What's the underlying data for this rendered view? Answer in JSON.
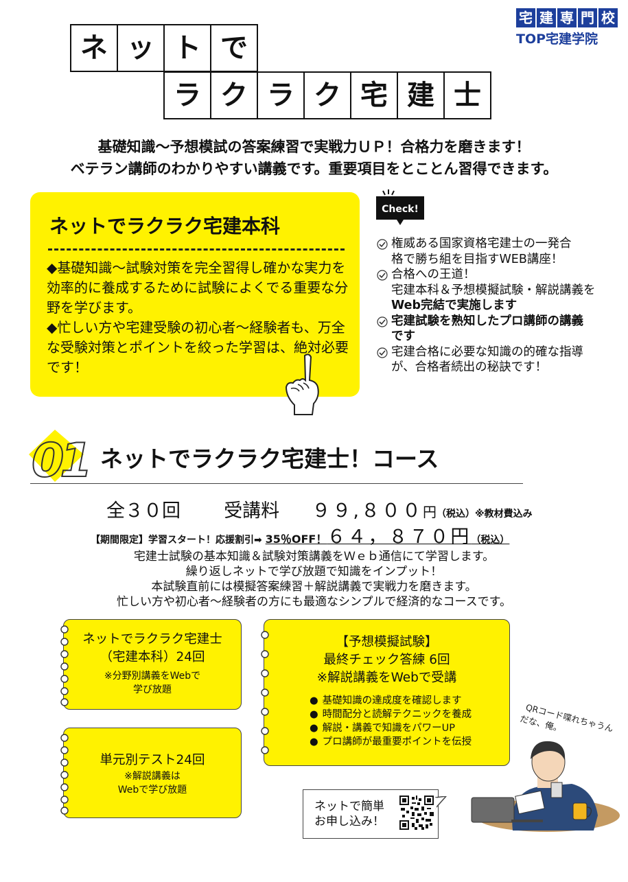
{
  "logo": {
    "chars": [
      "宅",
      "建",
      "専",
      "門",
      "校"
    ],
    "name": "TOP宅建学院"
  },
  "title": {
    "row1": [
      "ネ",
      "ッ",
      "ト",
      "で"
    ],
    "row2": [
      "ラ",
      "ク",
      "ラ",
      "ク",
      "宅",
      "建",
      "士"
    ]
  },
  "intro": {
    "line1": "基礎知識〜予想模試の答案練習で実戦力ＵＰ！合格力を磨きます！",
    "line2": "ベテラン講師のわかりやすい講義です。重要項目をとことん習得できます。"
  },
  "main_panel": {
    "title": "ネットでラクラク宅建本科",
    "body1": "◆基礎知識〜試験対策を完全習得し確かな実力を効率的に養成するために試験によくでる重要な分野を学びます。",
    "body2": "◆忙しい方や宅建受験の初心者〜経験者も、万全な受験対策とポイントを絞った学習は、絶対必要です！"
  },
  "check": {
    "badge": "Check!",
    "items": [
      {
        "l1": "権威ある国家資格宅建士の一発合",
        "l2": "格で勝ち組を目指すWEB講座！"
      },
      {
        "l1": "合格への王道！",
        "l2": "宅建本科＆予想模擬試験・解説講義を",
        "l3": "Web完結で実施します"
      },
      {
        "l1": "宅建試験を熟知したプロ講師の講義",
        "l2": "です"
      },
      {
        "l1": "宅建合格に必要な知識の的確な指導",
        "l2": "が、合格者続出の秘訣です！"
      }
    ]
  },
  "section": {
    "number": "01",
    "title": "ネットでラクラク宅建士！コース",
    "sessions": "全３０回",
    "fee_label": "受講料",
    "price": "９９,８００",
    "yen": "円",
    "tax": "（税込）",
    "note": "※教材費込み",
    "promo_label": "【期間限定】学習スタート！応援割引",
    "arrow": "➡",
    "off": "35％OFF！",
    "promo_price": "６４，８７０円",
    "promo_tax": "（税込）",
    "desc": [
      "宅建士試験の基本知識＆試験対策講義をＷｅｂ通信にて学習します。",
      "繰り返しネットで学び放題で知識をインプット！",
      "本試験直前には模擬答案練習＋解説講義で実戦力を磨きます。",
      "忙しい方や初心者〜経験者の方にも最適なシンプルで経済的なコースです。"
    ]
  },
  "cards": {
    "c1": {
      "l1": "ネットでラクラク宅建士",
      "l2": "（宅建本科）24回",
      "l3": "※分野別講義をWebで",
      "l4": "学び放題"
    },
    "c2": {
      "l1": "単元別テスト24回",
      "l2": "※解説講義は",
      "l3": "Webで学び放題"
    },
    "c3": {
      "l1": "【予想模擬試験】",
      "l2": "最終チェック答練 6回",
      "l3": "※解説講義をWebで受講",
      "bullets": [
        "基礎知識の達成度を確認します",
        "時間配分と読解テクニックを養成",
        "解説・講義で知識をパワーUP",
        "プロ講師が最重要ポイントを伝授"
      ]
    }
  },
  "apply": {
    "l1": "ネットで簡単",
    "l2": "お申し込み！"
  },
  "speech": {
    "l1": "QRコード喋れちゃうん",
    "l2": "だな、俺。"
  },
  "colors": {
    "yellow": "#fff200",
    "navy": "#1d3f9c"
  }
}
